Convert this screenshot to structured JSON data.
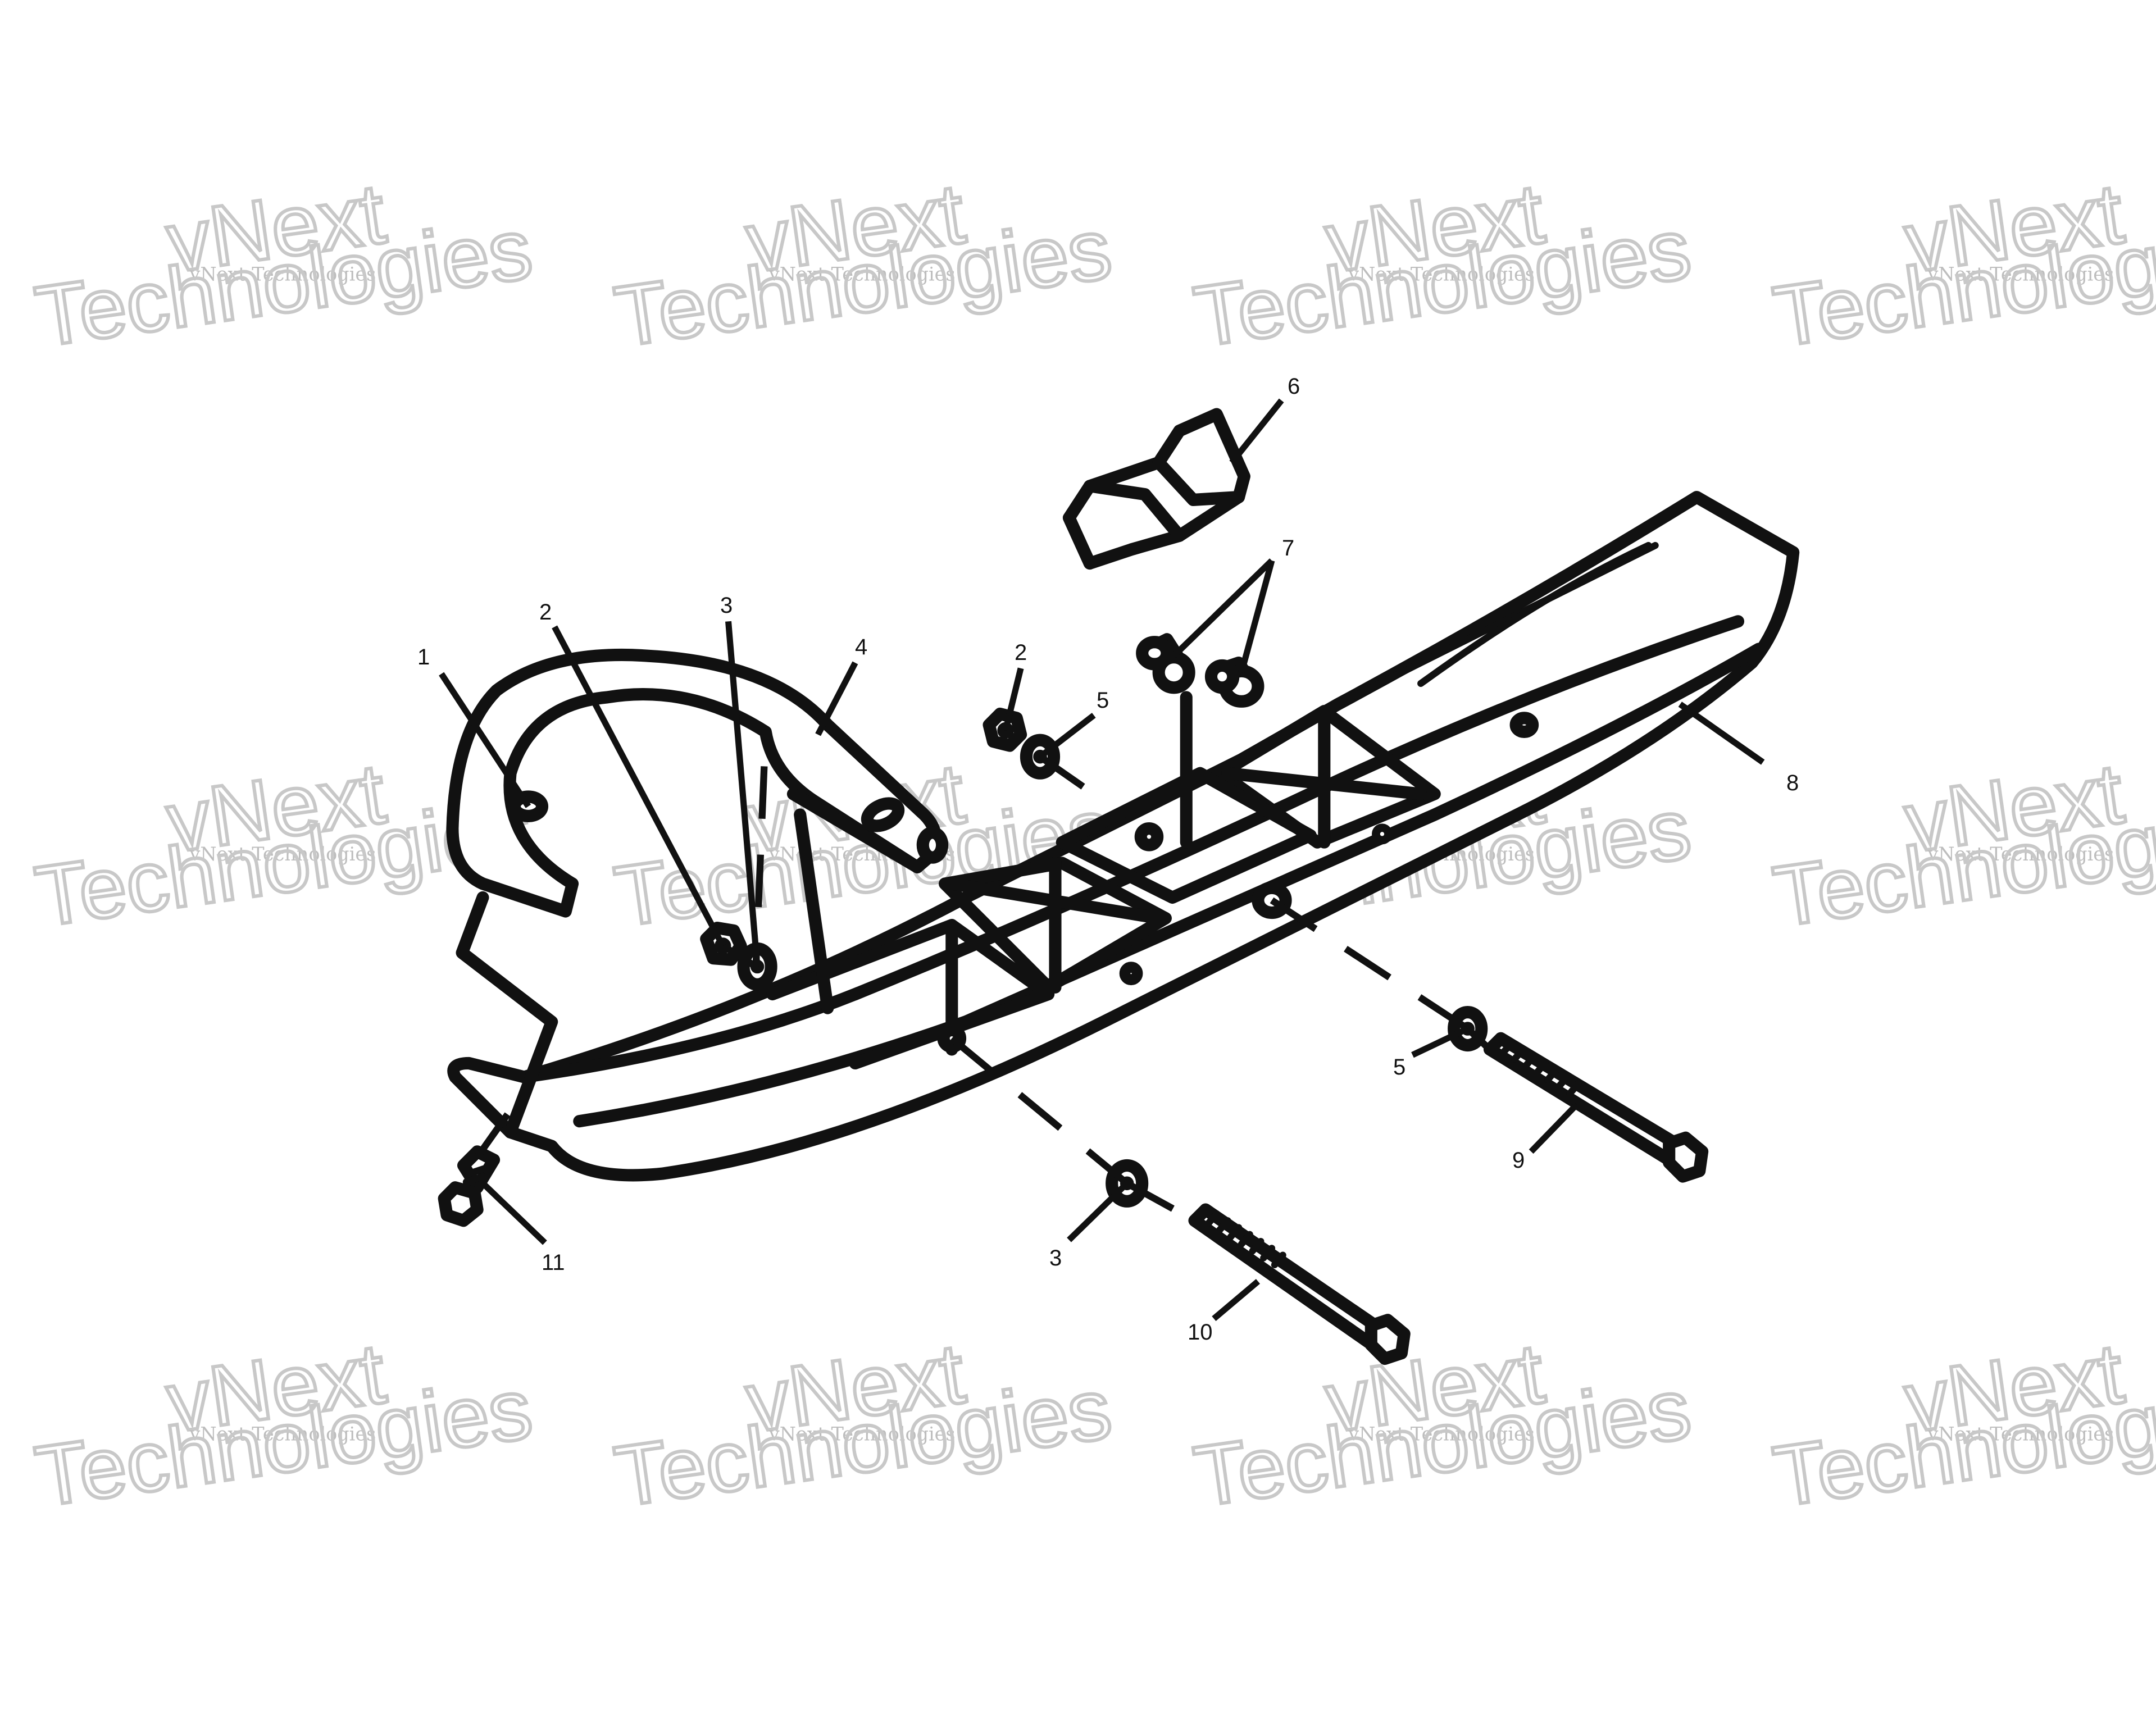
{
  "watermark": {
    "line1": "vNext",
    "line2": "vNext Technologies",
    "line3": "Technologies"
  },
  "callouts": [
    "1",
    "2",
    "3",
    "4",
    "2",
    "5",
    "6",
    "7",
    "8",
    "5",
    "9",
    "3",
    "10",
    "11"
  ]
}
